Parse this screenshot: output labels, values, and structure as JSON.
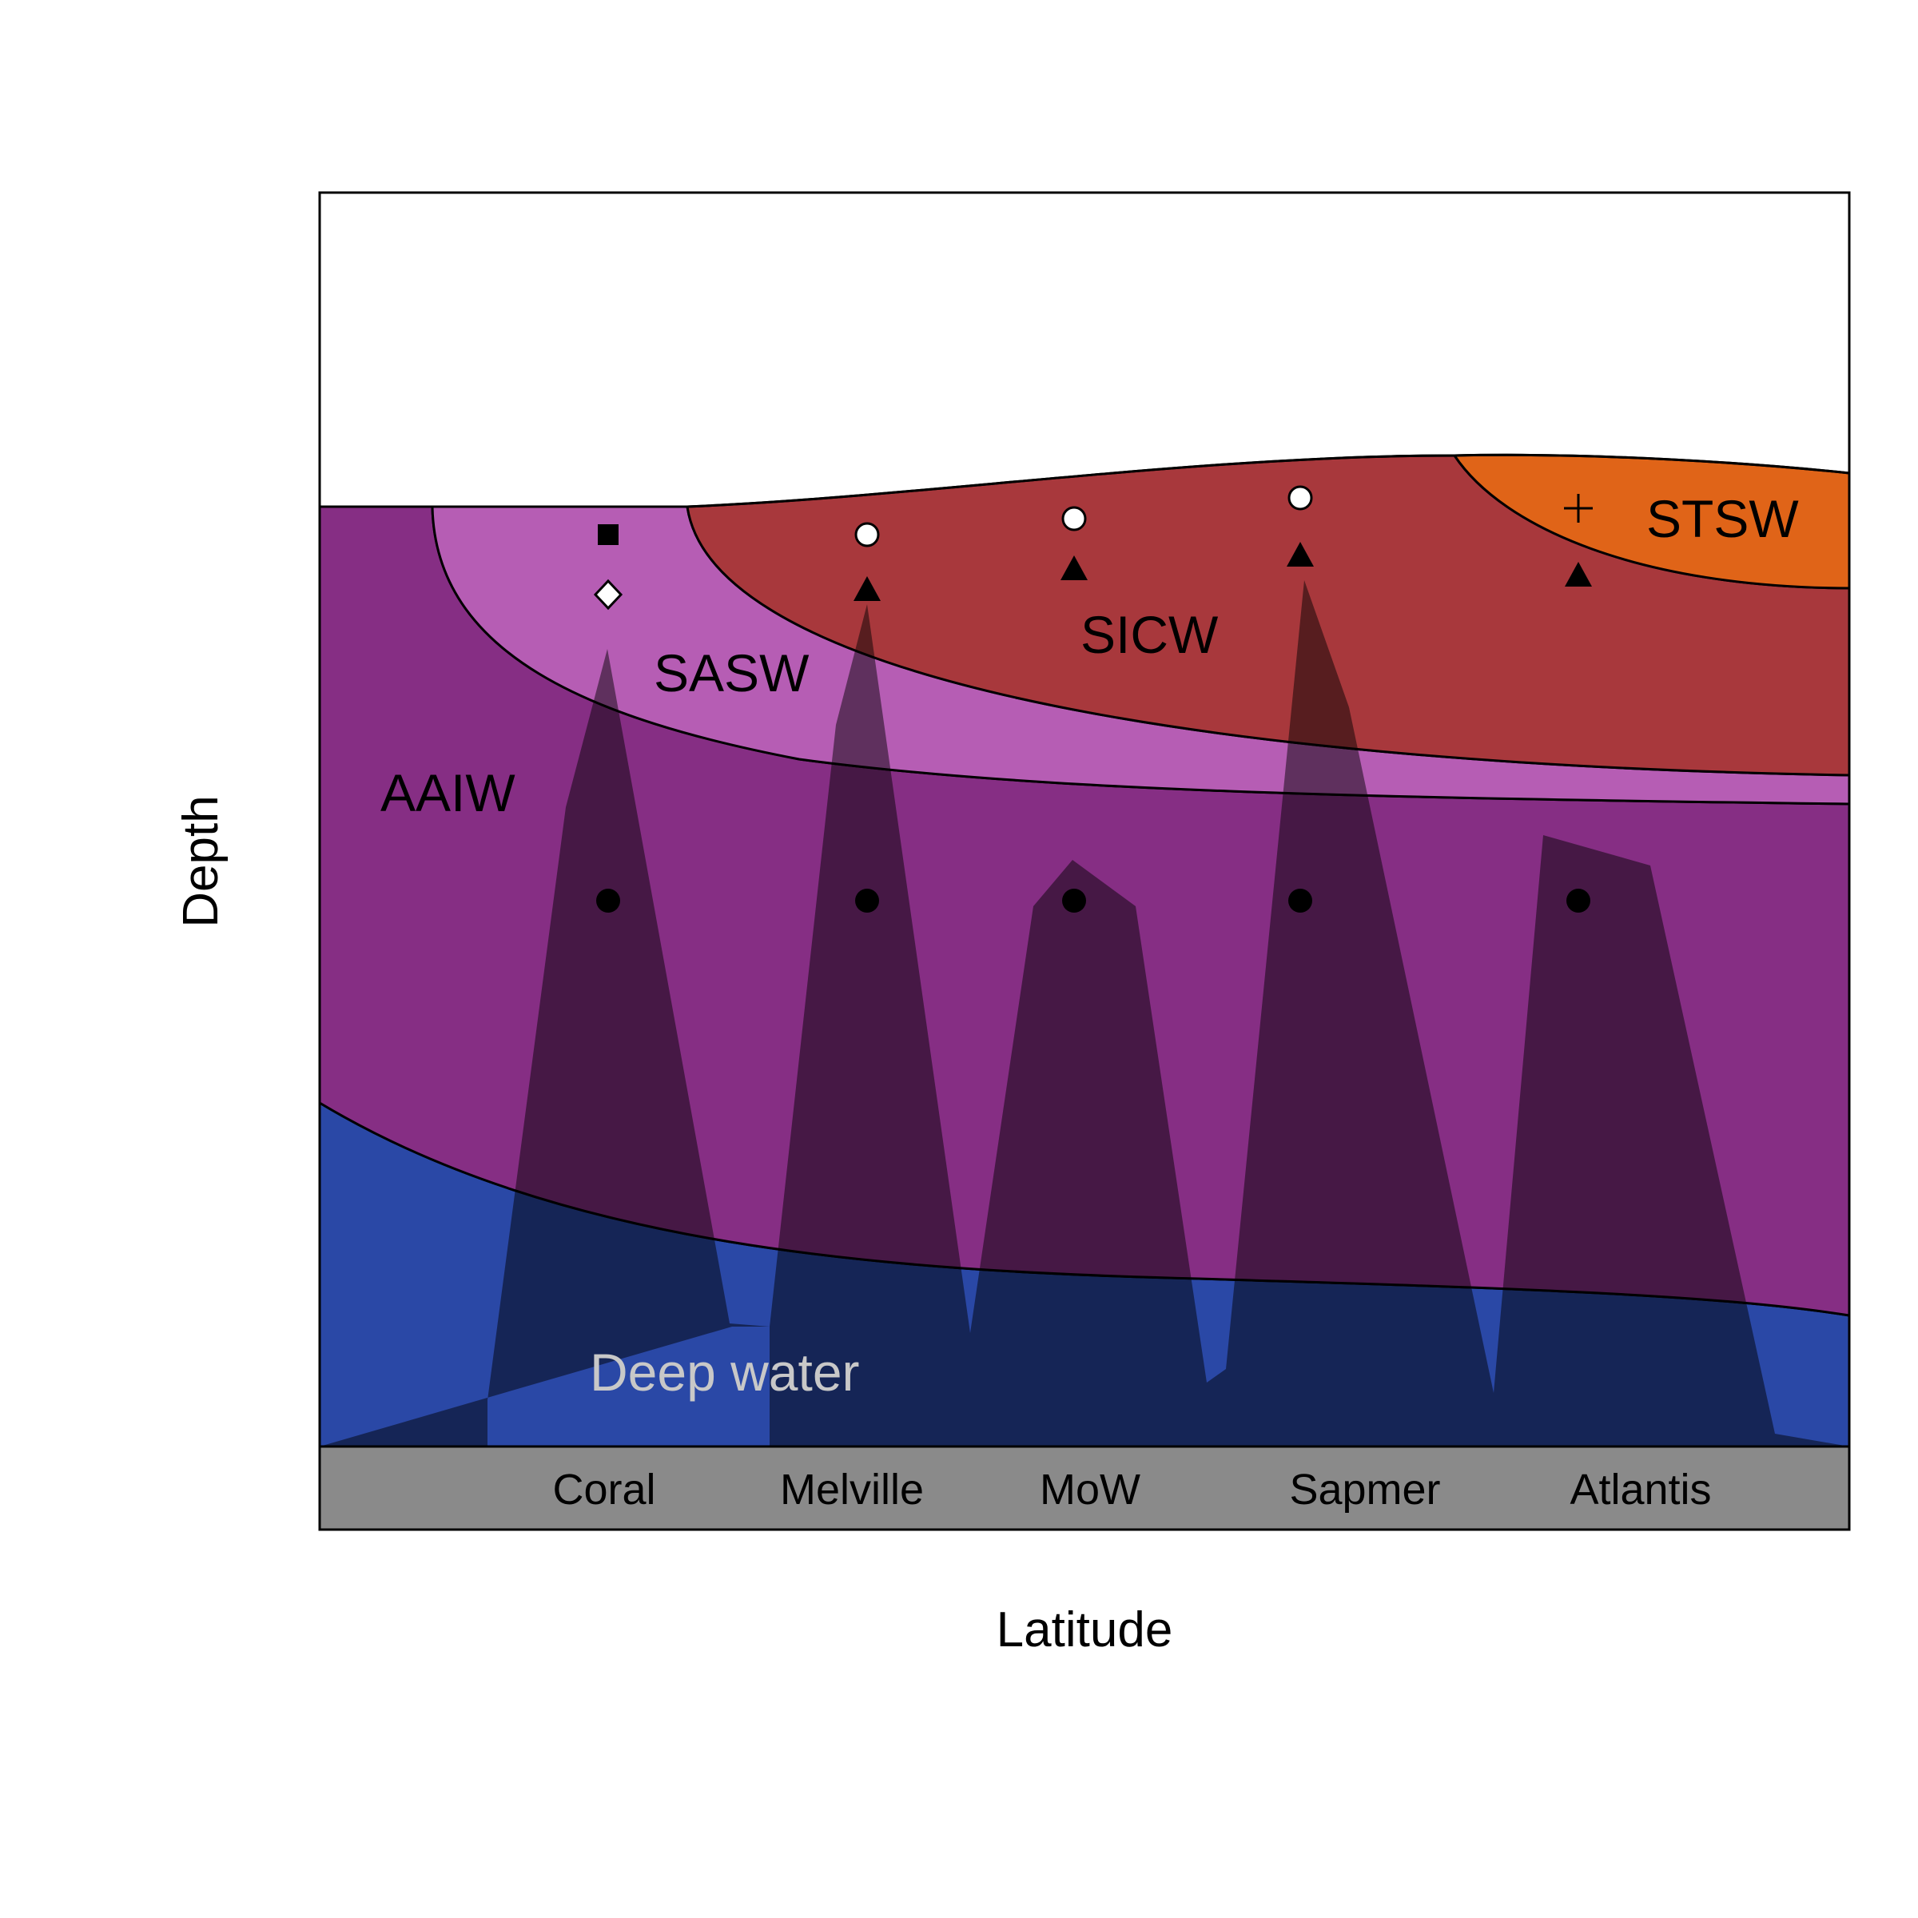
{
  "axes": {
    "xlabel": "Latitude",
    "ylabel": "Depth"
  },
  "water_masses": [
    {
      "name": "STSW",
      "color": "#e06418"
    },
    {
      "name": "SICW",
      "color": "#a8383c"
    },
    {
      "name": "SASW",
      "color": "#b65db4"
    },
    {
      "name": "AAIW",
      "color": "#862e84"
    },
    {
      "name": "Deep water",
      "color": "#2a48a6"
    }
  ],
  "seamounts": [
    "Coral",
    "Melville",
    "MoW",
    "Sapmer",
    "Atlantis"
  ],
  "colors": {
    "seafloor": "#8a8a8a",
    "seamount_fill": "#000000",
    "deep_water_label": "#c8c8c8"
  },
  "markers": [
    {
      "seamount": "Coral",
      "symbols": [
        "filled-square",
        "open-diamond",
        "filled-circle"
      ]
    },
    {
      "seamount": "Melville",
      "symbols": [
        "open-circle",
        "filled-triangle",
        "filled-circle"
      ]
    },
    {
      "seamount": "MoW",
      "symbols": [
        "open-circle",
        "filled-triangle",
        "filled-circle"
      ]
    },
    {
      "seamount": "Sapmer",
      "symbols": [
        "open-circle",
        "filled-triangle",
        "filled-circle"
      ]
    },
    {
      "seamount": "Atlantis",
      "symbols": [
        "plus",
        "filled-triangle",
        "filled-circle"
      ]
    }
  ]
}
